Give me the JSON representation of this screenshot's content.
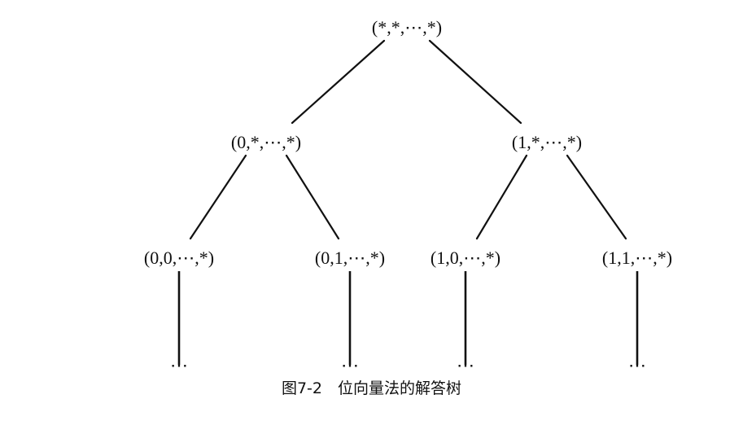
{
  "diagram": {
    "nodes": [
      {
        "id": "root",
        "label": "(*,*,⋯,*)"
      },
      {
        "id": "n0",
        "label": "(0,*,⋯,*)"
      },
      {
        "id": "n1",
        "label": "(1,*,⋯,*)"
      },
      {
        "id": "n00",
        "label": "(0,0,⋯,*)"
      },
      {
        "id": "n01",
        "label": "(0,1,⋯,*)"
      },
      {
        "id": "n10",
        "label": "(1,0,⋯,*)"
      },
      {
        "id": "n11",
        "label": "(1,1,⋯,*)"
      }
    ],
    "edges": [
      {
        "from": "root",
        "to": "n0"
      },
      {
        "from": "root",
        "to": "n1"
      },
      {
        "from": "n0",
        "to": "n00"
      },
      {
        "from": "n0",
        "to": "n01"
      },
      {
        "from": "n1",
        "to": "n10"
      },
      {
        "from": "n1",
        "to": "n11"
      }
    ],
    "continuation_symbol": "⋯"
  },
  "caption": "图7-2　位向量法的解答树"
}
